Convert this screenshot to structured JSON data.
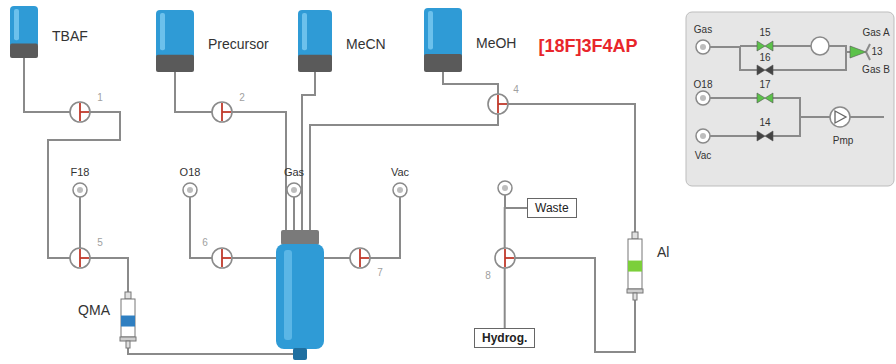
{
  "diagram": {
    "nodes": [
      {
        "text": [
          "TBAF"
        ]
      },
      {
        "text": [
          "Precursor"
        ]
      },
      {
        "text": [
          "MeCN"
        ]
      },
      {
        "text": [
          "MeOH"
        ]
      },
      {
        "text": [
          "QMA"
        ]
      },
      {
        "text": [
          "Waste"
        ]
      },
      {
        "text": [
          "Hydrog."
        ]
      },
      {
        "text": [
          "Al"
        ]
      }
    ],
    "edges": [
      {
        "from": 0,
        "to": 4,
        "arrow": "none"
      },
      {
        "from": 6,
        "to": 5,
        "arrow": "none"
      }
    ],
    "labels": [
      "[18F]3F4AP",
      "1",
      "2",
      "4",
      "F18",
      "O18",
      "Gas",
      "Vac",
      "5",
      "6",
      "7",
      "8",
      "Gas",
      "15",
      "16",
      "13",
      "Gas A",
      "Gas B",
      "O18",
      "17",
      "Vac",
      "14",
      "Pmp"
    ]
  }
}
